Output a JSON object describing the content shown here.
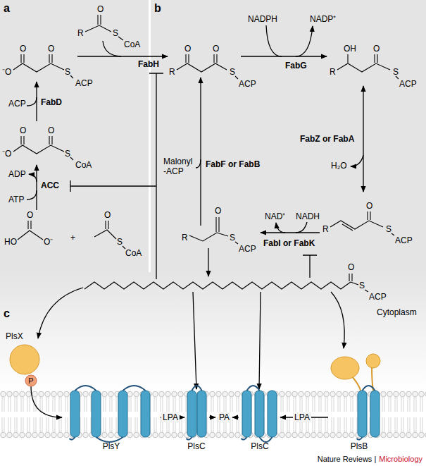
{
  "diagram": {
    "nodes": [
      {
        "text": [
          "PlsX"
        ]
      },
      {
        "text": [
          "P"
        ]
      },
      {
        "text": [
          "PlsY"
        ]
      },
      {
        "text": [
          "PlsC"
        ]
      },
      {
        "text": [
          "PlsC"
        ]
      },
      {
        "text": [
          "PlsB"
        ]
      }
    ],
    "edges": [
      {
        "from": 1,
        "to": 2,
        "arrow": "to"
      },
      {
        "from": 2,
        "to": 3,
        "label": "LPA",
        "arrow": "to"
      },
      {
        "from": 5,
        "to": 4,
        "label": "LPA",
        "arrow": "to"
      }
    ],
    "labels": [
      "a",
      "b",
      "O",
      "R",
      "S",
      "CoA",
      "FabH",
      "O",
      "O",
      "⁻O",
      "S",
      "ACP",
      "ACP",
      "FabD",
      "O",
      "O",
      "⁻O",
      "S",
      "CoA",
      "ADP",
      "ATP",
      "ACC",
      "O",
      "HO",
      "O⁻",
      "+",
      "O",
      "S",
      "CoA",
      "NADPH",
      "NADP⁺",
      "FabG",
      "O",
      "O",
      "R",
      "S",
      "ACP",
      "OH",
      "O",
      "R",
      "S",
      "ACP",
      "FabZ or FabA",
      "H₂O",
      "O",
      "R",
      "S",
      "ACP",
      "NAD⁺",
      "NADH",
      "FabI or FabK",
      "O",
      "R",
      "S",
      "ACP",
      "Malonyl -ACP",
      "FabF or FabB",
      "c",
      "Cytoplasm",
      "O",
      "S",
      "ACP",
      "PA",
      "Nature Reviews |",
      "Microbiology"
    ]
  }
}
